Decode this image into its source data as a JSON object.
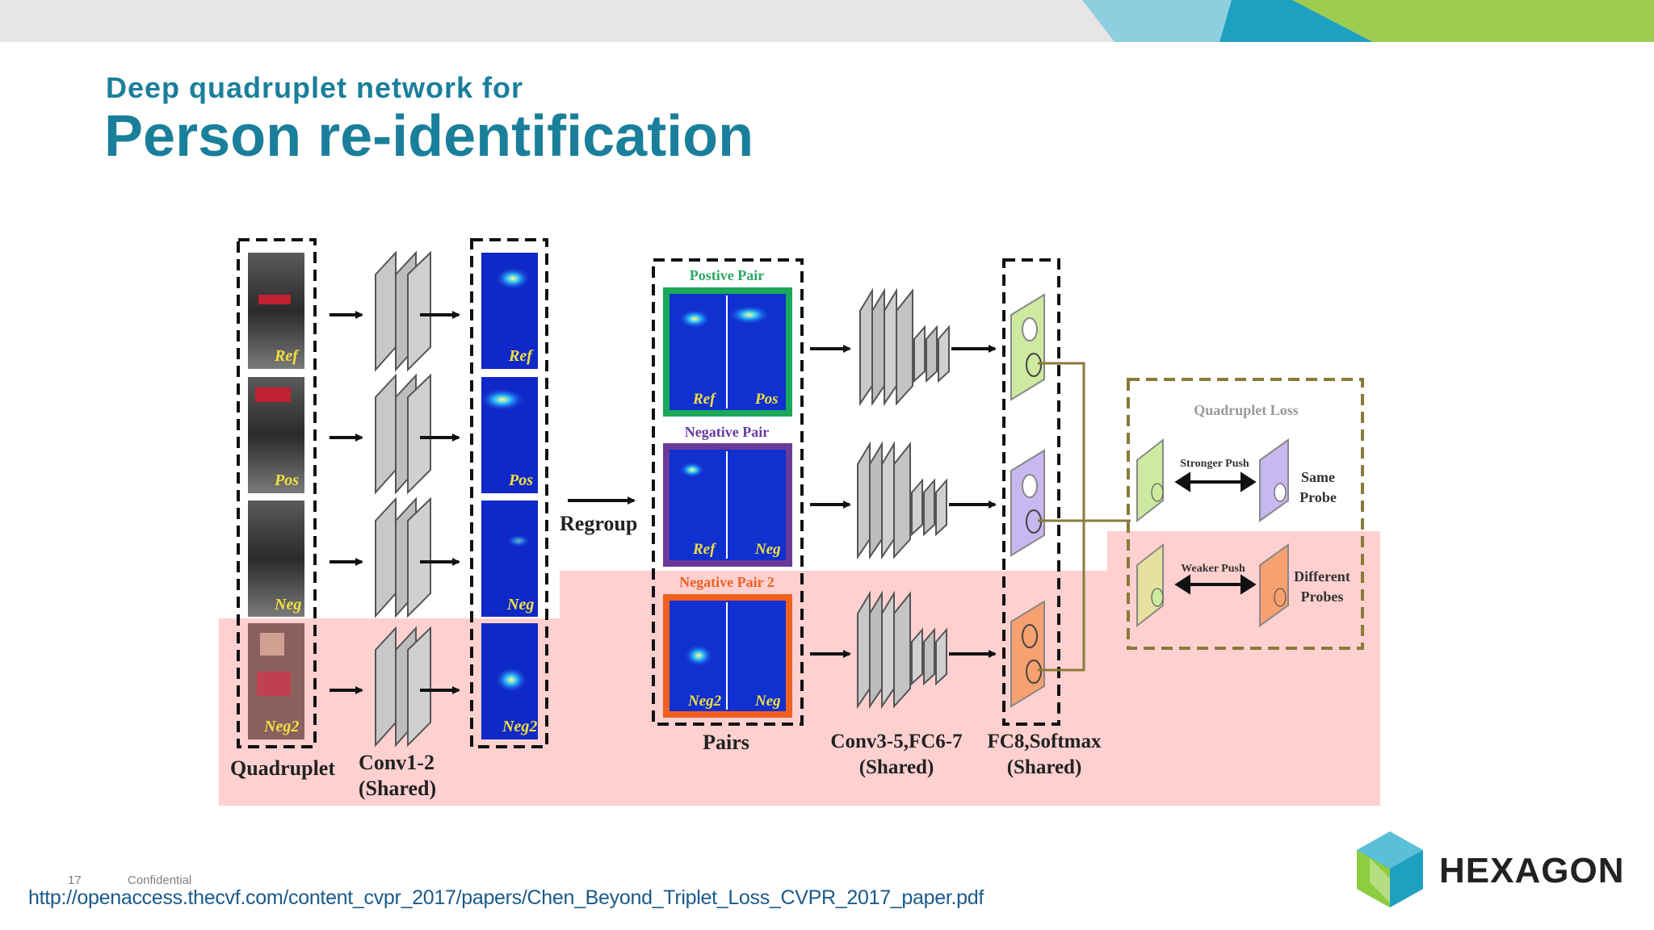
{
  "slide": {
    "subtitle": "Deep quadruplet network for",
    "title": "Person re-identification",
    "page_number": "17",
    "confidential": "Confidential",
    "url": "http://openaccess.thecvf.com/content_cvpr_2017/papers/Chen_Beyond_Triplet_Loss_CVPR_2017_paper.pdf",
    "brand": "HEXAGON"
  },
  "colors": {
    "title": "#1a7f9a",
    "highlight": "#ffd0d0",
    "pos_pair": "#1aa85a",
    "neg_pair": "#6a3a9a",
    "neg_pair2": "#f06020",
    "fc_green": "#cdeaa0",
    "fc_purple": "#c8b8f0",
    "fc_orange": "#f7a070"
  },
  "diagram": {
    "image_labels": [
      "Ref",
      "Pos",
      "Neg",
      "Neg2"
    ],
    "quadruplet_label": "Quadruplet",
    "conv12_label": "Conv1-2",
    "conv12_shared": "(Shared)",
    "regroup": "Regroup",
    "pos_pair_title": "Postive Pair",
    "neg_pair_title": "Negative Pair",
    "neg_pair2_title": "Negative Pair 2",
    "pos_pair_labels": [
      "Ref",
      "Pos"
    ],
    "neg_pair_labels": [
      "Ref",
      "Neg"
    ],
    "neg_pair2_labels": [
      "Neg2",
      "Neg"
    ],
    "pairs_label": "Pairs",
    "conv35_label": "Conv3-5,FC6-7",
    "conv35_shared": "(Shared)",
    "fc8_label": "FC8,Softmax",
    "fc8_shared": "(Shared)",
    "loss_title": "Quadruplet Loss",
    "stronger_push": "Stronger Push",
    "weaker_push": "Weaker Push",
    "same_probe": [
      "Same",
      "Probe"
    ],
    "different_probes": [
      "Different",
      "Probes"
    ]
  }
}
